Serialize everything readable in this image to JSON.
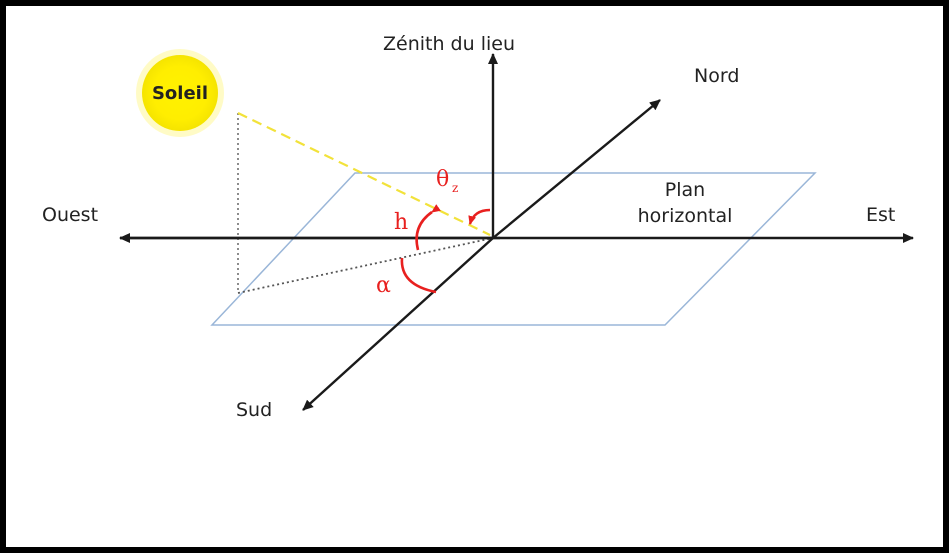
{
  "labels": {
    "zenith": "Zénith du lieu",
    "nord": "Nord",
    "soleil": "Soleil",
    "ouest": "Ouest",
    "est": "Est",
    "plan_line1": "Plan",
    "plan_line2": "horizontal",
    "sud": "Sud",
    "h": "h",
    "alpha": "α",
    "theta": "θ",
    "theta_sub": "z"
  },
  "colors": {
    "axis": "#1a1a1a",
    "plane": "#9ab6d8",
    "sun": "#fff200",
    "sun_ray": "#f2e23a",
    "angle": "#e8201f",
    "projection": "#555555"
  },
  "icons": {
    "sun": "sun-icon"
  }
}
